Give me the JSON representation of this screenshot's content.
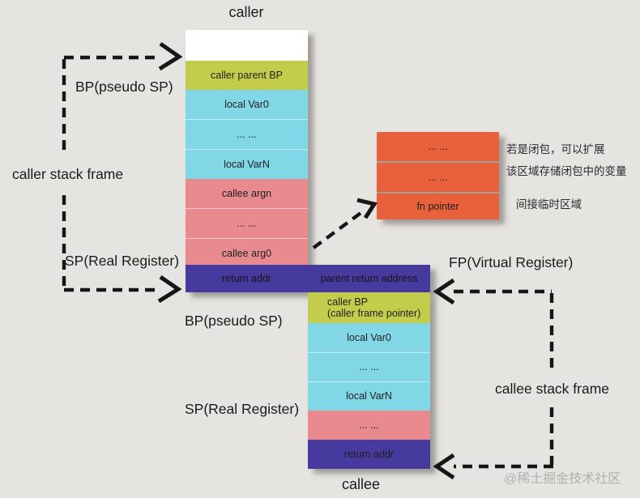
{
  "caller": {
    "title": "caller",
    "rows": [
      {
        "label": "caller parent BP"
      },
      {
        "label": "local Var0"
      },
      {
        "label": "... ..."
      },
      {
        "label": "local VarN"
      },
      {
        "label": "callee argn"
      },
      {
        "label": "... ..."
      },
      {
        "label": "callee arg0"
      }
    ]
  },
  "shared_row": {
    "caller_side": "return addr",
    "callee_side": "parent return address"
  },
  "callee": {
    "title": "callee",
    "bp_row": {
      "line1": "caller BP",
      "line2": "(caller frame pointer)"
    },
    "rows": [
      {
        "label": "local Var0"
      },
      {
        "label": "... ..."
      },
      {
        "label": "local VarN"
      },
      {
        "label": "... ..."
      },
      {
        "label": "return addr"
      }
    ]
  },
  "closure_area": {
    "rows": [
      {
        "label": "... ..."
      },
      {
        "label": "... ..."
      },
      {
        "label": "fn pointer"
      }
    ],
    "note_closure_line1": "若是闭包，可以扩展",
    "note_closure_line2": "该区域存储闭包中的变量",
    "note_temp_area": "间接临时区域"
  },
  "pointer_labels": {
    "caller_bp": "BP(pseudo SP)",
    "caller_frame": "caller stack frame",
    "caller_sp": "SP(Real Register)",
    "callee_bp": "BP(pseudo SP)",
    "callee_sp": "SP(Real Register)",
    "callee_fp": "FP(Virtual Register)",
    "callee_frame": "callee stack frame"
  },
  "watermark": "@稀土掘金技术社区",
  "colors": {
    "background": "#e6e4e1",
    "block_white": "#ffffff",
    "block_yellow_green": "#c4cd4b",
    "block_cyan": "#81d7e6",
    "block_pink": "#e98b8e",
    "block_purple": "#473a9e",
    "block_orange": "#e8613a",
    "text": "#1c1c1c",
    "watermark_gray": "#b3b1ae"
  }
}
